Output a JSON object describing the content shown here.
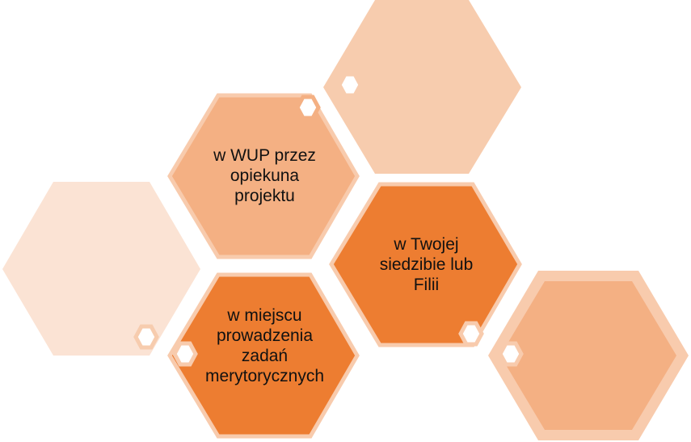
{
  "colors": {
    "background": "#ffffff",
    "light_peach": "#fbe3d4",
    "peach": "#f7ccae",
    "medium_peach": "#f4b083",
    "orange": "#ed7d31",
    "orange_border": "#f8cbad",
    "small_hex_fill": "#ffffff"
  },
  "hexagons": [
    {
      "id": "top-right-hex",
      "text": "",
      "style": "peach"
    },
    {
      "id": "wup-hex",
      "text": "w WUP przez\nopiekuna\nprojektu",
      "style": "medium_peach"
    },
    {
      "id": "left-hex",
      "text": "",
      "style": "light_peach"
    },
    {
      "id": "siedzibie-hex",
      "text": "w Twojej\nsiedzibie lub\nFilii",
      "style": "orange"
    },
    {
      "id": "miejscu-hex",
      "text": "w miejscu\nprowadzenia\nzadań\nmerytorycznych",
      "style": "orange"
    },
    {
      "id": "bottom-right-hex",
      "text": "",
      "style": "medium_peach"
    }
  ]
}
